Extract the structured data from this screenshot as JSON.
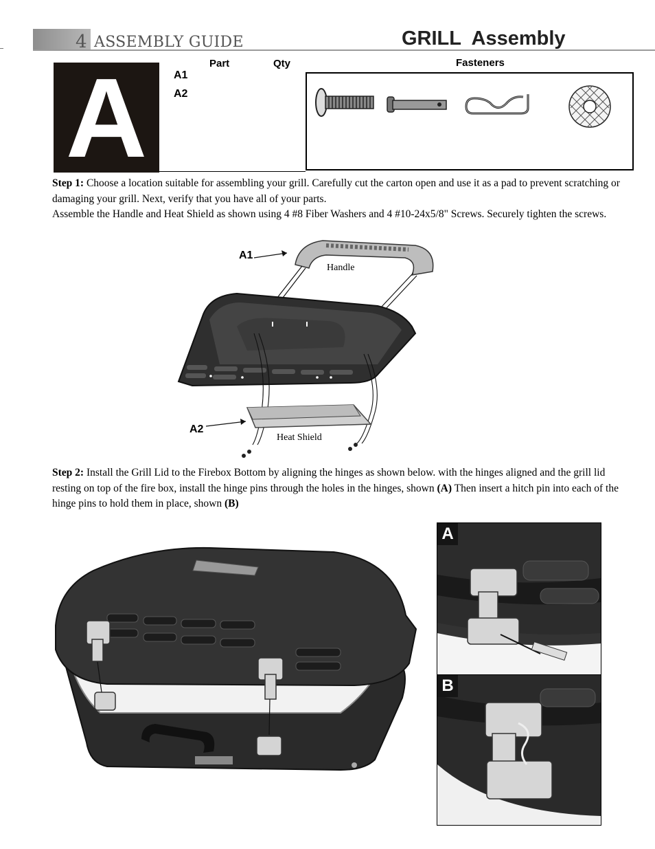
{
  "header": {
    "page_number": "4",
    "guide_title": "ASSEMBLY GUIDE",
    "section_title": "GRILL  Assembly"
  },
  "parts_table": {
    "letter": "A",
    "col_part": "Part",
    "col_qty": "Qty",
    "col_fasteners": "Fasteners",
    "parts": [
      "A1",
      "A2"
    ]
  },
  "fasteners_icons": [
    "screw-icon",
    "hinge-pin-icon",
    "hitch-pin-icon",
    "fiber-washer-icon"
  ],
  "step1": {
    "label": "Step 1:",
    "text": "Choose a location suitable for assembling your grill. Carefully cut the carton open and use it as a pad to prevent scratching or damaging your grill. Next, verify that you have all of your parts.",
    "text2": "Assemble the Handle and Heat Shield as shown using 4 #8 Fiber Washers and 4 #10-24x5/8\" Screws. Securely tighten the screws."
  },
  "figure1": {
    "label_a1": "A1",
    "label_a2": "A2",
    "caption_handle": "Handle",
    "caption_heat_shield": "Heat Shield"
  },
  "step2": {
    "label": "Step 2:",
    "text_before": "Install the Grill Lid to the Firebox Bottom by aligning the hinges as shown below. with the hinges aligned and the grill lid resting on top of the fire box, install the hinge pins through the holes in the hinges, shown ",
    "ref_a": "(A)",
    "text_middle": " Then insert a hitch pin into each of the hinge pins to hold them in place, shown ",
    "ref_b": "(B)"
  },
  "figure2": {
    "inset_a": "A",
    "inset_b": "B"
  }
}
